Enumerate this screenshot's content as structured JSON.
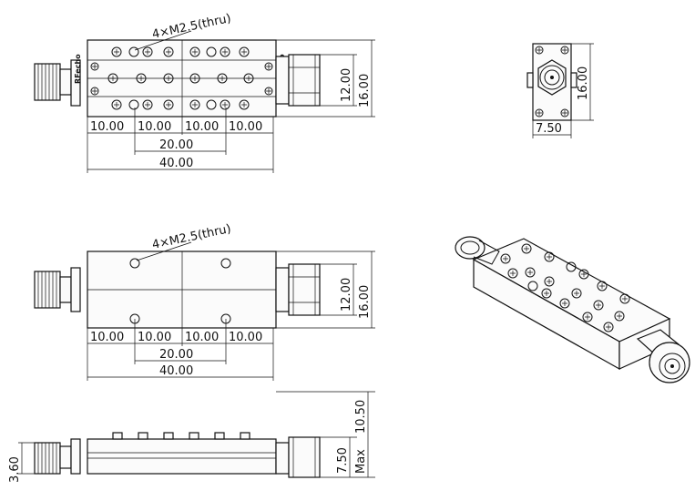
{
  "top_view": {
    "hole_note": "4×M2.5(thru)",
    "brand": "RFecho",
    "dims_h": [
      "10.00",
      "10.00",
      "10.00",
      "10.00"
    ],
    "dim_mid": "20.00",
    "dim_total": "40.00",
    "dim_inner_v": "12.00",
    "dim_outer_v": "16.00"
  },
  "end_view": {
    "dim_height": "16.00",
    "dim_width": "7.50"
  },
  "bottom_view": {
    "hole_note": "4×M2.5(thru)",
    "dims_h": [
      "10.00",
      "10.00",
      "10.00",
      "10.00"
    ],
    "dim_mid": "20.00",
    "dim_total": "40.00",
    "dim_inner_v": "12.00",
    "dim_outer_v": "16.00"
  },
  "side_view": {
    "dim_left": "3.60",
    "dim_body": "7.50",
    "dim_max_value": "10.50",
    "dim_max_label": "Max"
  }
}
